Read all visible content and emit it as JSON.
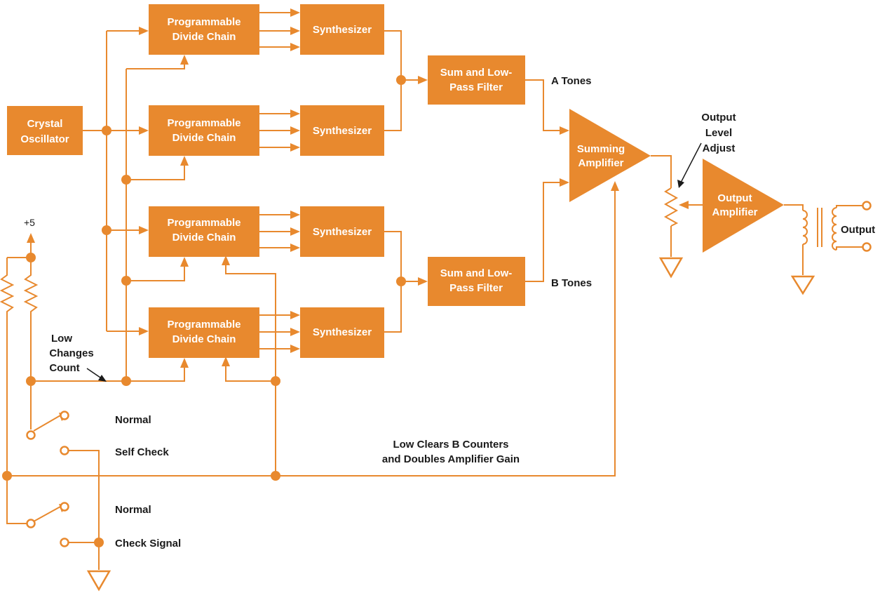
{
  "blocks": {
    "crystal_oscillator": [
      "Crystal",
      "Oscillator"
    ],
    "divide_chain": [
      "Programmable",
      "Divide Chain"
    ],
    "synthesizer": "Synthesizer",
    "filter": [
      "Sum and Low-",
      "Pass Filter"
    ],
    "summing_amplifier": [
      "Summing",
      "Amplifier"
    ],
    "output_amplifier": [
      "Output",
      "Amplifier"
    ]
  },
  "labels": {
    "a_tones": "A Tones",
    "b_tones": "B Tones",
    "output_level": [
      "Output",
      "Level",
      "Adjust"
    ],
    "output": "Output",
    "plus5": "+5",
    "low_changes": [
      "Low",
      "Changes",
      "Count"
    ],
    "normal_1": "Normal",
    "self_check": "Self Check",
    "normal_2": "Normal",
    "check_signal": "Check Signal",
    "low_clears": [
      "Low Clears B Counters",
      "and Doubles Amplifier Gain"
    ]
  },
  "colors": {
    "block": "#e8892e",
    "text_on_block": "#ffffff",
    "label_text": "#1a1a1a",
    "background": "#ffffff"
  }
}
